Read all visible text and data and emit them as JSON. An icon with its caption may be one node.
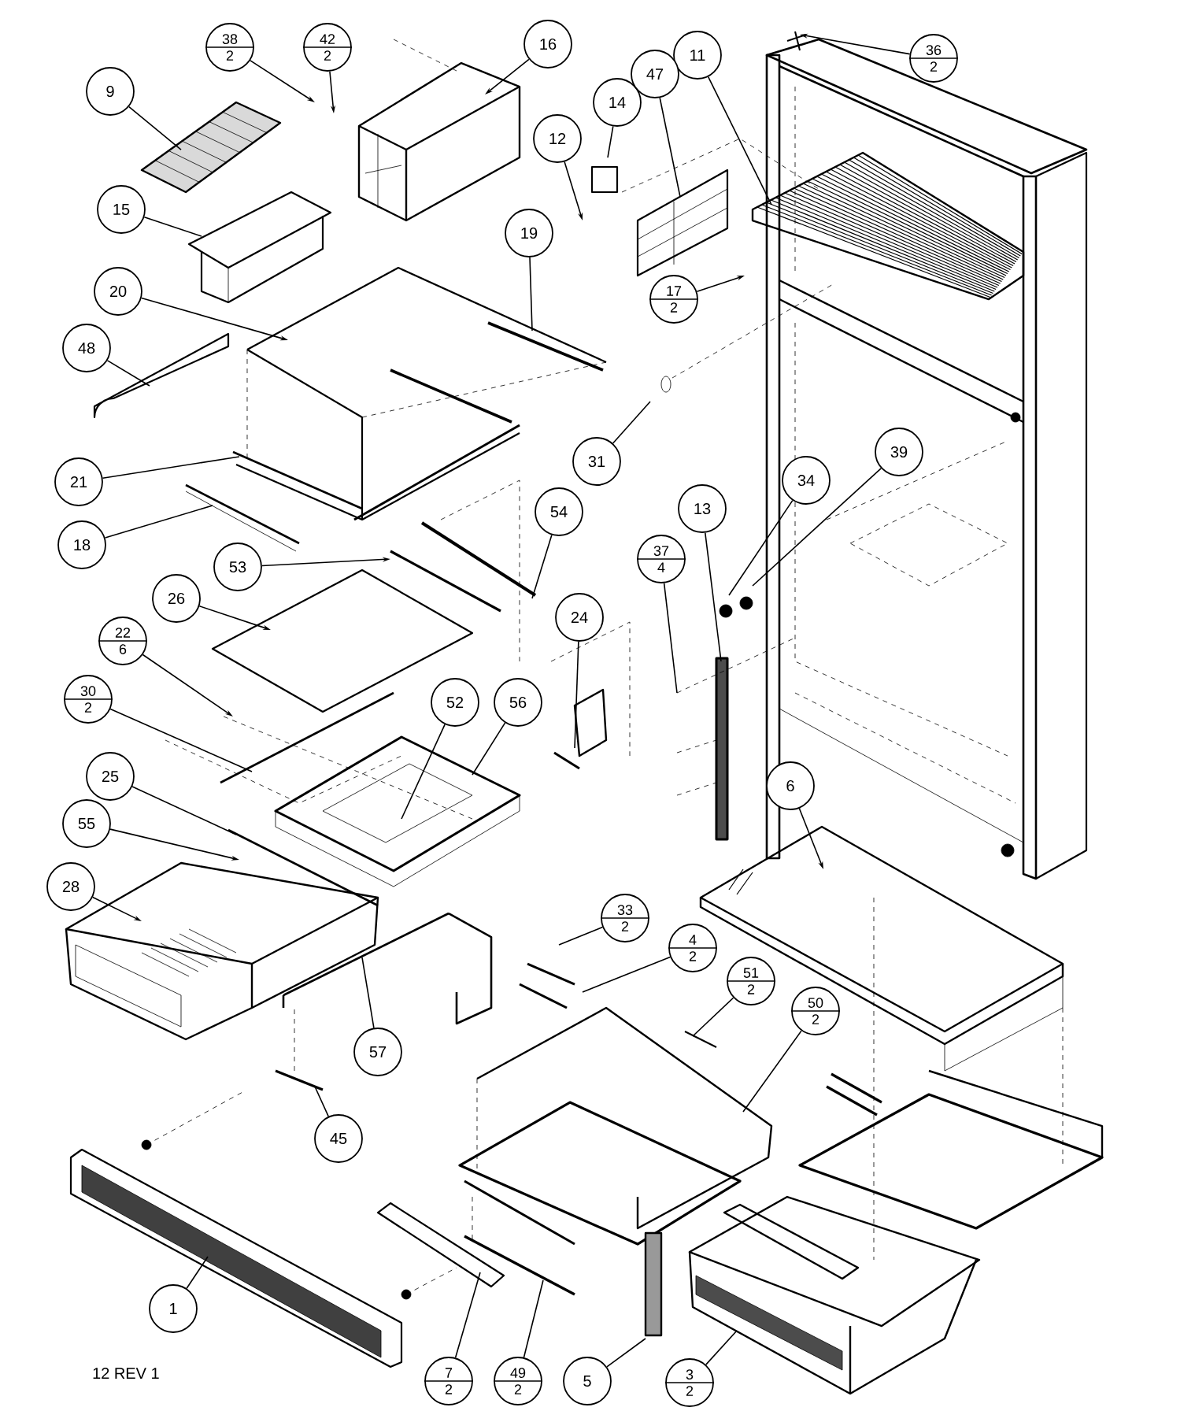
{
  "diagram": {
    "nodes": [
      {
        "text": [
          "9"
        ]
      },
      {
        "text": [
          "38",
          "2"
        ]
      },
      {
        "text": [
          "42",
          "2"
        ]
      },
      {
        "text": [
          "16"
        ]
      },
      {
        "text": [
          "14"
        ]
      },
      {
        "text": [
          "12"
        ]
      },
      {
        "text": [
          "11"
        ]
      },
      {
        "text": [
          "47"
        ]
      },
      {
        "text": [
          "36",
          "2"
        ]
      },
      {
        "text": [
          "15"
        ]
      },
      {
        "text": [
          "19"
        ]
      },
      {
        "text": [
          "20"
        ]
      },
      {
        "text": [
          "48"
        ]
      },
      {
        "text": [
          "17",
          "2"
        ]
      },
      {
        "text": [
          "31"
        ]
      },
      {
        "text": [
          "21"
        ]
      },
      {
        "text": [
          "18"
        ]
      },
      {
        "text": [
          "53"
        ]
      },
      {
        "text": [
          "54"
        ]
      },
      {
        "text": [
          "26"
        ]
      },
      {
        "text": [
          "22",
          "6"
        ]
      },
      {
        "text": [
          "30",
          "2"
        ]
      },
      {
        "text": [
          "24"
        ]
      },
      {
        "text": [
          "13"
        ]
      },
      {
        "text": [
          "34"
        ]
      },
      {
        "text": [
          "39"
        ]
      },
      {
        "text": [
          "37",
          "4"
        ]
      },
      {
        "text": [
          "52"
        ]
      },
      {
        "text": [
          "56"
        ]
      },
      {
        "text": [
          "25"
        ]
      },
      {
        "text": [
          "55"
        ]
      },
      {
        "text": [
          "28"
        ]
      },
      {
        "text": [
          "6"
        ]
      },
      {
        "text": [
          "33",
          "2"
        ]
      },
      {
        "text": [
          "4",
          "2"
        ]
      },
      {
        "text": [
          "51",
          "2"
        ]
      },
      {
        "text": [
          "50",
          "2"
        ]
      },
      {
        "text": [
          "57"
        ]
      },
      {
        "text": [
          "45"
        ]
      },
      {
        "text": [
          "1"
        ]
      },
      {
        "text": [
          "7",
          "2"
        ]
      },
      {
        "text": [
          "49",
          "2"
        ]
      },
      {
        "text": [
          "5"
        ]
      },
      {
        "text": [
          "3",
          "2"
        ]
      }
    ],
    "edges": [
      {
        "from": 0,
        "to": null,
        "arrow": "none"
      },
      {
        "from": 1,
        "to": null,
        "arrow": "to"
      },
      {
        "from": 2,
        "to": null,
        "arrow": "to"
      },
      {
        "from": 3,
        "to": null,
        "arrow": "to"
      },
      {
        "from": 4,
        "to": null,
        "arrow": "none"
      },
      {
        "from": 5,
        "to": null,
        "arrow": "to"
      },
      {
        "from": 6,
        "to": null,
        "arrow": "none"
      },
      {
        "from": 7,
        "to": null,
        "arrow": "none"
      },
      {
        "from": 8,
        "to": null,
        "arrow": "to"
      },
      {
        "from": 9,
        "to": null,
        "arrow": "none"
      },
      {
        "from": 10,
        "to": null,
        "arrow": "none"
      },
      {
        "from": 11,
        "to": null,
        "arrow": "to"
      },
      {
        "from": 12,
        "to": null,
        "arrow": "none"
      },
      {
        "from": 13,
        "to": null,
        "arrow": "to"
      },
      {
        "from": 14,
        "to": null,
        "arrow": "none"
      },
      {
        "from": 15,
        "to": null,
        "arrow": "none"
      },
      {
        "from": 16,
        "to": null,
        "arrow": "none"
      },
      {
        "from": 17,
        "to": null,
        "arrow": "to"
      },
      {
        "from": 18,
        "to": null,
        "arrow": "none"
      },
      {
        "from": 19,
        "to": null,
        "arrow": "to"
      },
      {
        "from": 20,
        "to": null,
        "arrow": "to"
      },
      {
        "from": 21,
        "to": null,
        "arrow": "none"
      },
      {
        "from": 22,
        "to": null,
        "arrow": "none"
      },
      {
        "from": 23,
        "to": null,
        "arrow": "none"
      },
      {
        "from": 24,
        "to": null,
        "arrow": "none"
      },
      {
        "from": 25,
        "to": null,
        "arrow": "none"
      },
      {
        "from": 26,
        "to": null,
        "arrow": "none"
      },
      {
        "from": 27,
        "to": null,
        "arrow": "none"
      },
      {
        "from": 28,
        "to": null,
        "arrow": "none"
      },
      {
        "from": 29,
        "to": null,
        "arrow": "none"
      },
      {
        "from": 30,
        "to": null,
        "arrow": "to"
      },
      {
        "from": 31,
        "to": null,
        "arrow": "to"
      },
      {
        "from": 32,
        "to": null,
        "arrow": "to"
      },
      {
        "from": 33,
        "to": null,
        "arrow": "none"
      },
      {
        "from": 34,
        "to": null,
        "arrow": "none"
      },
      {
        "from": 35,
        "to": null,
        "arrow": "none"
      },
      {
        "from": 36,
        "to": null,
        "arrow": "none"
      },
      {
        "from": 37,
        "to": null,
        "arrow": "none"
      },
      {
        "from": 38,
        "to": null,
        "arrow": "none"
      },
      {
        "from": 39,
        "to": null,
        "arrow": "none"
      },
      {
        "from": 40,
        "to": null,
        "arrow": "none"
      },
      {
        "from": 41,
        "to": null,
        "arrow": "none"
      },
      {
        "from": 42,
        "to": null,
        "arrow": "none"
      },
      {
        "from": 43,
        "to": null,
        "arrow": "none"
      }
    ],
    "labels": [
      "12 REV 1"
    ]
  }
}
